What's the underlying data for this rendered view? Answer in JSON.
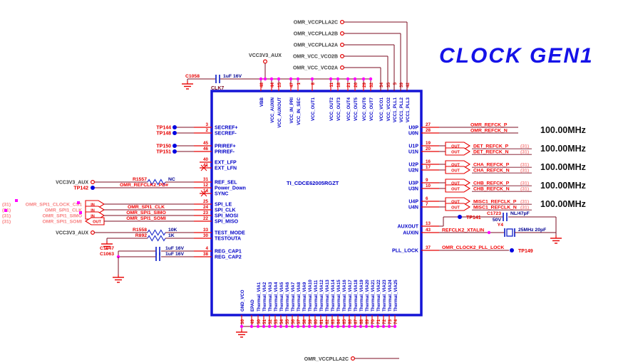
{
  "title": "CLOCK GEN1",
  "colors": {
    "chip_outline": "#1414d6",
    "chip_text": "#0202c8",
    "wire": "#7b0c20",
    "stub_red": "#e60000",
    "net_red": "#f40000",
    "pink": "#f78080",
    "value_navy": "#000091",
    "power_label": "#3d3d3d",
    "magenta": "#ff00ff",
    "testpoint_blue": "#0000e0",
    "symbol_blue": "#2230cc",
    "title_blue": "#1512e8",
    "freq_black": "#111111"
  },
  "chip": {
    "part_number": "TI_CDCE62005RGZT",
    "corner_label": "CLK7",
    "left_pins": [
      {
        "num": "3",
        "name": "SECREF+"
      },
      {
        "num": "2",
        "name": "SECREF-"
      },
      {
        "num": "45",
        "name": "PRIREF+"
      },
      {
        "num": "46",
        "name": "PRIREF-"
      },
      {
        "num": "40",
        "name": "EXT_LFP"
      },
      {
        "num": "41",
        "name": "EXT_LFN"
      },
      {
        "num": "31",
        "name": "REF_SEL"
      },
      {
        "num": "12",
        "name": "Power_Down"
      },
      {
        "num": "14",
        "name": "SYNC"
      },
      {
        "num": "25",
        "name": "SPI_LE"
      },
      {
        "num": "24",
        "name": "SPI_CLK"
      },
      {
        "num": "23",
        "name": "SPI_MOSI"
      },
      {
        "num": "22",
        "name": "SPI_MISO"
      },
      {
        "num": "33",
        "name": "TEST_MODE"
      },
      {
        "num": "30",
        "name": "TESTOUTA"
      },
      {
        "num": "4",
        "name": "REG_CAP1"
      },
      {
        "num": "38",
        "name": "REG_CAP2"
      }
    ],
    "right_pins": [
      {
        "num": "27",
        "name": "U0P"
      },
      {
        "num": "28",
        "name": "U0N"
      },
      {
        "num": "19",
        "name": "U1P"
      },
      {
        "num": "20",
        "name": "U1N"
      },
      {
        "num": "16",
        "name": "U2P"
      },
      {
        "num": "17",
        "name": "U2N"
      },
      {
        "num": "9",
        "name": "U3P"
      },
      {
        "num": "10",
        "name": "U3N"
      },
      {
        "num": "6",
        "name": "U4P"
      },
      {
        "num": "7",
        "name": "U4N"
      },
      {
        "num": "13",
        "name": "AUXOUT"
      },
      {
        "num": "43",
        "name": "AUXIN"
      },
      {
        "num": "37",
        "name": "PLL_LOCK"
      }
    ],
    "top_pins": [
      {
        "num": "48",
        "name": "VBB"
      },
      {
        "num": "44",
        "name": "VCC_AUXIN"
      },
      {
        "num": "15",
        "name": "VCC_AUXOUT"
      },
      {
        "num": "47",
        "name": "VCC_IN_PRI"
      },
      {
        "num": "1",
        "name": "VCC_IN_SEC"
      },
      {
        "num": "8",
        "name": "VCC_OUT1"
      },
      {
        "num": "11",
        "name": "VCC_OUT2"
      },
      {
        "num": "18",
        "name": "VCC_OUT3"
      },
      {
        "num": "21",
        "name": "VCC_OUT4"
      },
      {
        "num": "26",
        "name": "VCC_OUT5"
      },
      {
        "num": "29",
        "name": "VCC_OUT6"
      },
      {
        "num": "32",
        "name": "VCC_OUT7"
      },
      {
        "num": "34",
        "name": "VCC_VCO1"
      },
      {
        "num": "35",
        "name": "VCC_VCO2"
      },
      {
        "num": "5",
        "name": "VCC1_PLL1"
      },
      {
        "num": "39",
        "name": "VCC1_PLL2"
      },
      {
        "num": "42",
        "name": "VCC1_PLL3"
      }
    ],
    "bottom_pins": [
      {
        "num": "36",
        "name": "GND_VCO"
      },
      {
        "num": "49",
        "name": "EPAD"
      },
      {
        "num": "50",
        "name": "Thermal_VIA1"
      },
      {
        "num": "51",
        "name": "Thermal_VIA2"
      },
      {
        "num": "52",
        "name": "Thermal_VIA3"
      },
      {
        "num": "53",
        "name": "Thermal_VIA4"
      },
      {
        "num": "54",
        "name": "Thermal_VIA5"
      },
      {
        "num": "55",
        "name": "Thermal_VIA6"
      },
      {
        "num": "56",
        "name": "Thermal_VIA7"
      },
      {
        "num": "57",
        "name": "Thermal_VIA8"
      },
      {
        "num": "58",
        "name": "Thermal_VIA9"
      },
      {
        "num": "59",
        "name": "Thermal_VIA10"
      },
      {
        "num": "60",
        "name": "Thermal_VIA11"
      },
      {
        "num": "61",
        "name": "Thermal_VIA12"
      },
      {
        "num": "62",
        "name": "Thermal_VIA13"
      },
      {
        "num": "63",
        "name": "Thermal_VIA14"
      },
      {
        "num": "64",
        "name": "Thermal_VIA15"
      },
      {
        "num": "65",
        "name": "Thermal_VIA16"
      },
      {
        "num": "66",
        "name": "Thermal_VIA17"
      },
      {
        "num": "67",
        "name": "Thermal_VIA18"
      },
      {
        "num": "68",
        "name": "Thermal_VIA19"
      },
      {
        "num": "69",
        "name": "Thermal_VIA20"
      },
      {
        "num": "70",
        "name": "Thermal_VIA21"
      },
      {
        "num": "71",
        "name": "Thermal_VIA22"
      },
      {
        "num": "72",
        "name": "Thermal_VIA23"
      },
      {
        "num": "73",
        "name": "Thermal_VIA24"
      },
      {
        "num": "74",
        "name": "Thermal_VIA25"
      }
    ]
  },
  "top": {
    "supply": "VCC3V3_AUX",
    "cap": {
      "ref": "C1058",
      "value": "1uF 16V"
    },
    "rails": [
      "OMR_VCCPLLA2C",
      "OMR_VCCPLLA2B",
      "OMR_VCCPLLA2A",
      "OMR_VCC_VCO2B",
      "OMR_VCC_VCO2A"
    ]
  },
  "left": {
    "testpoints": [
      {
        "label": "TP144"
      },
      {
        "label": "TP148"
      },
      {
        "label": "TP150"
      },
      {
        "label": "TP151"
      }
    ],
    "ref_sel": {
      "supply": "VCC3V3_AUX",
      "res": "R1557",
      "value": "NC"
    },
    "pd": {
      "tp": "TP142",
      "net": "OMR_REFCLK2_PD#"
    },
    "spi": {
      "sheet_ref": "(31)",
      "rows": [
        {
          "outer": "OMR_SPI1_CLOCK_CS1",
          "dir": "IN",
          "wire": ""
        },
        {
          "outer": "OMR_SPI1_CLK",
          "dir": "IN",
          "wire": "OMR_SPI1_CLK"
        },
        {
          "outer": "OMR_SPI1_SIMO",
          "dir": "IN",
          "wire": "OMR_SPI1_SIMO"
        },
        {
          "outer": "OMR_SPI1_SOMI",
          "dir": "OUT",
          "wire": "OMR_SPI1_SOMI"
        }
      ]
    },
    "test_mode": {
      "supply": "VCC3V3_AUX",
      "res": "R1558",
      "value": "10K"
    },
    "testouta": {
      "res": "R892",
      "value": "1K"
    },
    "caps": [
      {
        "ref": "C1047",
        "value": "1uF 16V"
      },
      {
        "ref": "C1063",
        "value": "1uF 16V"
      }
    ]
  },
  "right": {
    "groups": [
      {
        "p": "OMR_REFCK_P",
        "n": "OMR_REFCK_N",
        "port": "",
        "ref": "",
        "freq": "100.00MHz"
      },
      {
        "p": "DET_REFCK_P",
        "n": "DET_REFCK_N",
        "port": "OUT",
        "ref": "(31)",
        "freq": "100.00MHz"
      },
      {
        "p": "CHA_REFCK_P",
        "n": "CHA_REFCK_N",
        "port": "OUT",
        "ref": "(31)",
        "freq": "100.00MHz"
      },
      {
        "p": "CHB_REFCK_P",
        "n": "CHB_REFCK_N",
        "port": "OUT",
        "ref": "(31)",
        "freq": "100.00MHz"
      },
      {
        "p": "MISC1_REFCLK_P",
        "n": "MISC1_REFCLK_N",
        "port": "OUT",
        "ref": "(31)",
        "freq": "100.00MHz"
      }
    ],
    "aux": {
      "tp": "TP141",
      "cap": "C1723",
      "cap_value": "NL/47pF",
      "cap_volt": "50V",
      "net": "REFCLK2_XTALIN",
      "xtal": "Y4",
      "xtal_value": "25MHz 20pF"
    },
    "pll": {
      "net": "OMR_CLOCK2_PLL_LOCK",
      "tp": "TP149"
    }
  },
  "bottom_supply": "OMR_VCCPLLA2C"
}
